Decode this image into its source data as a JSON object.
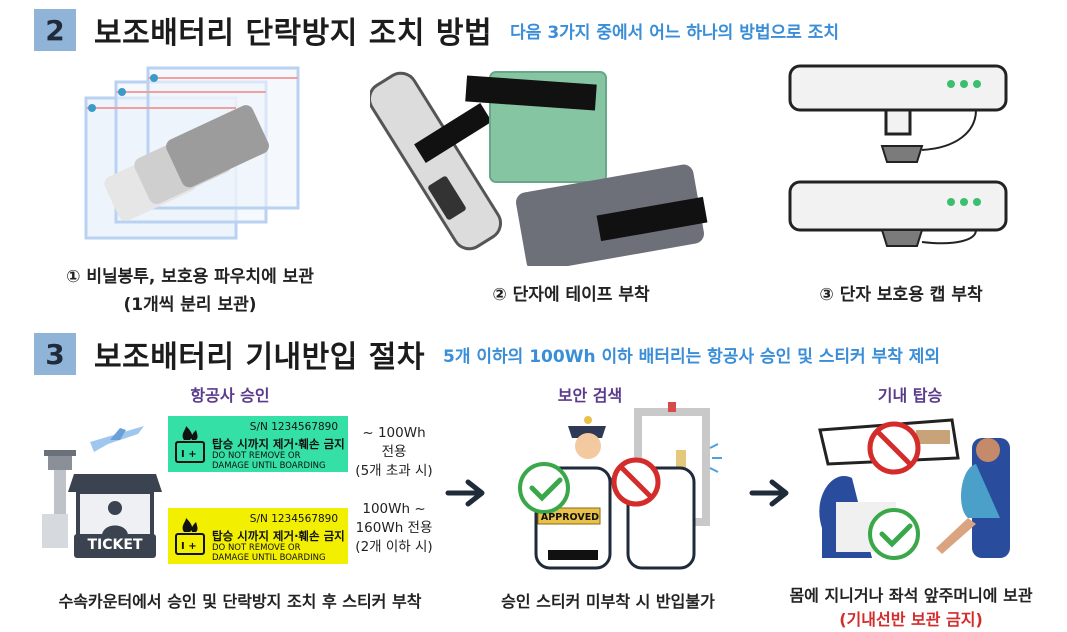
{
  "section2": {
    "number": "2",
    "title": "보조배터리 단락방지 조치 방법",
    "subtitle": "다음 3가지 중에서 어느 하나의 방법으로 조치",
    "method1_line1": "① 비닐봉투, 보호용 파우치에 보관",
    "method1_line2": "(1개씩 분리 보관)",
    "method2": "② 단자에 테이프 부착",
    "method3": "③ 단자 보호용 캡 부착"
  },
  "section3": {
    "number": "3",
    "title": "보조배터리 기내반입 절차",
    "subtitle": "5개 이하의 100Wh 이하 배터리는 항공사 승인 및 스티커 부착 제외",
    "stage1_title": "항공사 승인",
    "stage2_title": "보안 검색",
    "stage3_title": "기내 탑승",
    "ticket_label": "TICKET",
    "sticker": {
      "sn": "S/N  1234567890",
      "kr": "탑승 시까지 제거·훼손 금지",
      "en_line1": "DO NOT REMOVE OR",
      "en_line2": "DAMAGE UNTIL BOARDING",
      "green_color": "#34e0a6",
      "yellow_color": "#f2f000"
    },
    "wh1_line1": "~ 100Wh",
    "wh1_line2": "전용",
    "wh1_line3": "(5개 초과 시)",
    "wh2_line1": "100Wh  ~",
    "wh2_line2": "160Wh 전용",
    "wh2_line3": "(2개 이하 시)",
    "approved_label": "APPROVED",
    "caption1": "수속카운터에서 승인 및 단락방지 조치 후 스티커 부착",
    "caption2": "승인 스티커 미부착 시 반입불가",
    "caption3_line1": "몸에 지니거나 좌석 앞주머니에 보관",
    "caption3_line2": "(기내선반 보관 금지)"
  },
  "icons": [
    "check-icon",
    "prohibited-icon",
    "arrow-right-icon",
    "airplane-icon",
    "battery-fire-icon",
    "police-officer-icon",
    "metal-detector-icon"
  ]
}
